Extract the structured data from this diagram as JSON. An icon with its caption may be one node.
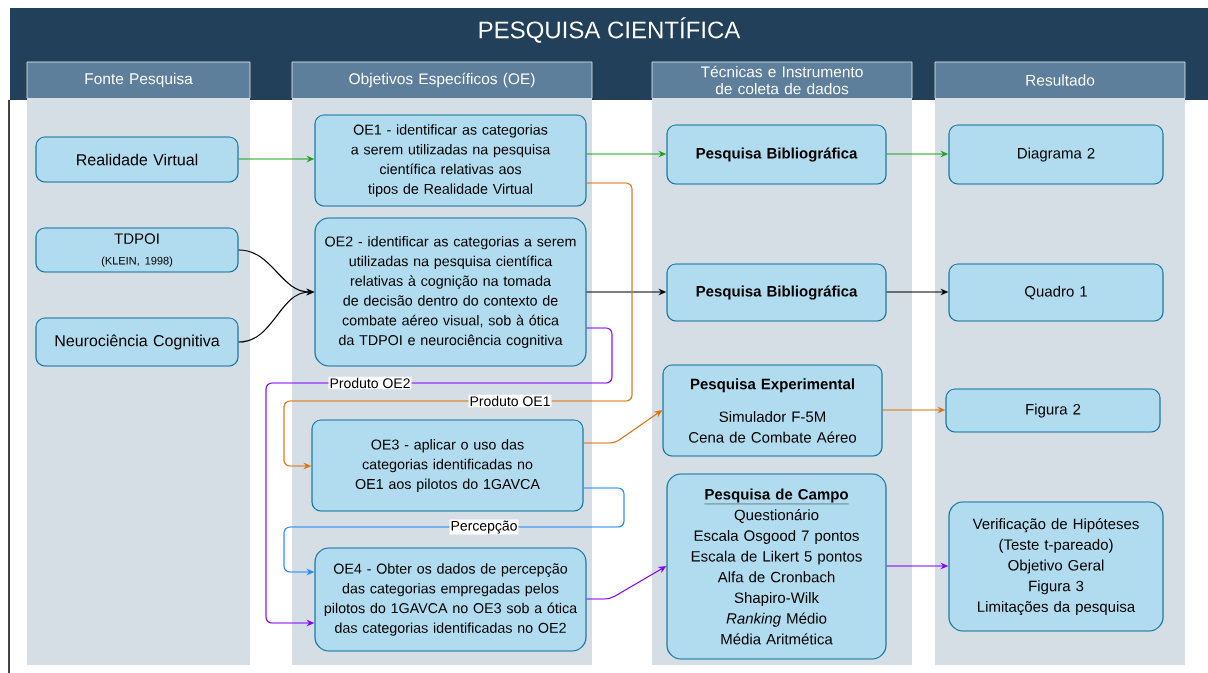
{
  "diagram": {
    "title": "PESQUISA CIENTÍFICA",
    "nodes": [
      {
        "text": [
          "Fonte Pesquisa"
        ]
      },
      {
        "text": [
          "Realidade Virtual"
        ],
        "in": 0
      },
      {
        "text": [
          "TDPOI",
          "(KLEIN, 1998)"
        ],
        "in": 0
      },
      {
        "text": [
          "Neurociência Cognitiva"
        ],
        "in": 0
      },
      {
        "text": [
          "Objetivos Específicos (OE)"
        ]
      },
      {
        "text": [
          "OE1 - identificar as categorias a serem utilizadas na pesquisa científica relativas aos tipos de Realidade Virtual"
        ],
        "in": 4
      },
      {
        "text": [
          "OE2 - identificar as categorias a serem utilizadas na pesquisa científica relativas à cognição na tomada de decisão dentro do contexto de combate aéreo visual, sob à ótica da TDPOI e neurociência cognitiva"
        ],
        "in": 4
      },
      {
        "text": [
          "OE3 - aplicar o uso das categorias identificadas no OE1 aos pilotos do 1GAVCA"
        ],
        "in": 4
      },
      {
        "text": [
          "OE4 - Obter os dados de percepção das categorias empregadas pelos pilotos do 1GAVCA no OE3 sob a ótica das categorias identificadas no OE2"
        ],
        "in": 4
      },
      {
        "text": [
          "Técnicas e Instrumento de coleta de dados"
        ]
      },
      {
        "text": [
          "Pesquisa Bibliográfica"
        ],
        "in": 9
      },
      {
        "text": [
          "Pesquisa Bibliográfica"
        ],
        "in": 9
      },
      {
        "text": [
          "Pesquisa Experimental",
          "Simulador F-5M",
          "Cena de Combate Aéreo"
        ],
        "in": 9
      },
      {
        "text": [
          "Pesquisa de Campo",
          "Questionário",
          "Escala Osgood 7 pontos",
          "Escala de Likert 5 pontos",
          "Alfa de Cronbach",
          "Shapiro-Wilk",
          "*Ranking* Médio",
          "Média Aritmética"
        ],
        "in": 9
      },
      {
        "text": [
          "Resultado"
        ]
      },
      {
        "text": [
          "Diagrama 2"
        ],
        "in": 14
      },
      {
        "text": [
          "Quadro 1"
        ],
        "in": 14
      },
      {
        "text": [
          "Figura 2"
        ],
        "in": 14
      },
      {
        "text": [
          "Verificação de Hipóteses (Teste t-pareado)",
          "Objetivo Geral",
          "Figura 3",
          "Limitações da pesquisa"
        ],
        "in": 14
      }
    ],
    "edges": [
      {
        "from": 1,
        "to": 5,
        "arrow": "to",
        "color": "#1aa31a"
      },
      {
        "from": 5,
        "to": 10,
        "arrow": "to",
        "color": "#1aa31a"
      },
      {
        "from": 10,
        "to": 15,
        "arrow": "to",
        "color": "#1aa31a"
      },
      {
        "from": 2,
        "to": 6,
        "arrow": "to"
      },
      {
        "from": 3,
        "to": 6,
        "arrow": "to"
      },
      {
        "from": 6,
        "to": 11,
        "arrow": "to"
      },
      {
        "from": 11,
        "to": 16,
        "arrow": "to"
      },
      {
        "from": 5,
        "to": 7,
        "arrow": "to",
        "label": "Produto OE1",
        "color": "#d9730d"
      },
      {
        "from": 7,
        "to": 12,
        "arrow": "to",
        "color": "#d9730d"
      },
      {
        "from": 12,
        "to": 17,
        "arrow": "to",
        "color": "#d9730d"
      },
      {
        "from": 6,
        "to": 8,
        "arrow": "to",
        "label": "Produto OE2",
        "color": "#8000ff"
      },
      {
        "from": 7,
        "to": 8,
        "arrow": "to",
        "label": "Percepção",
        "color": "#1e88ff"
      },
      {
        "from": 8,
        "to": 13,
        "arrow": "to",
        "color": "#8000ff"
      },
      {
        "from": 13,
        "to": 18,
        "arrow": "to",
        "color": "#8000ff"
      }
    ]
  }
}
